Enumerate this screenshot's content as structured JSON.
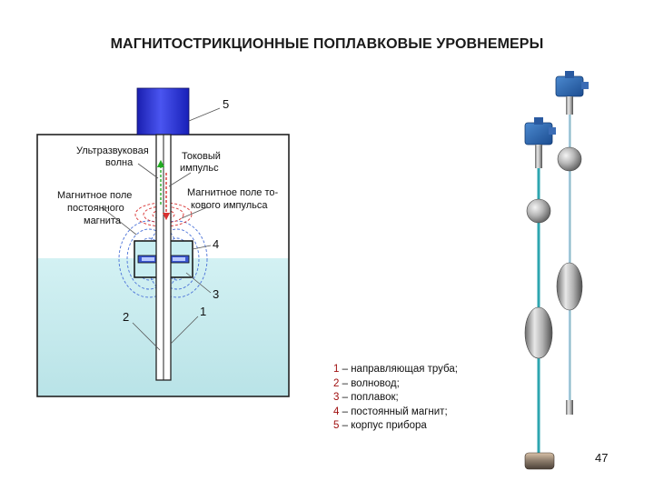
{
  "title": "МАГНИТОСТРИКЦИОННЫЕ ПОПЛАВКОВЫЕ УРОВНЕМЕРЫ",
  "diagram": {
    "label_wave_l1": "Ультразвуковая",
    "label_wave_l2": "волна",
    "label_current_l1": "Токовый",
    "label_current_l2": "импульс",
    "label_mag_perm_l1": "Магнитное поле",
    "label_mag_perm_l2": "постоянного",
    "label_mag_perm_l3": "магнита",
    "label_mag_pulse_l1": "Магнитное поле то-",
    "label_mag_pulse_l2": "кового импульса",
    "num_1": "1",
    "num_2": "2",
    "num_3": "3",
    "num_4": "4",
    "num_5": "5"
  },
  "legend": [
    {
      "num": "1",
      "text": " – направляющая труба;"
    },
    {
      "num": "2",
      "text": " – волновод;"
    },
    {
      "num": "3",
      "text": " – поплавок;"
    },
    {
      "num": "4",
      "text": " – постоянный магнит;"
    },
    {
      "num": "5",
      "text": " – корпус прибора"
    }
  ],
  "page_number": "47",
  "colors": {
    "device_body": "#2a2fd0",
    "liquid": "#c8ecee",
    "field_blue": "#4a72d8",
    "field_red": "#d83030",
    "wave_arrow": "#22aa22",
    "sensor_cable": "#2ea6b0"
  }
}
